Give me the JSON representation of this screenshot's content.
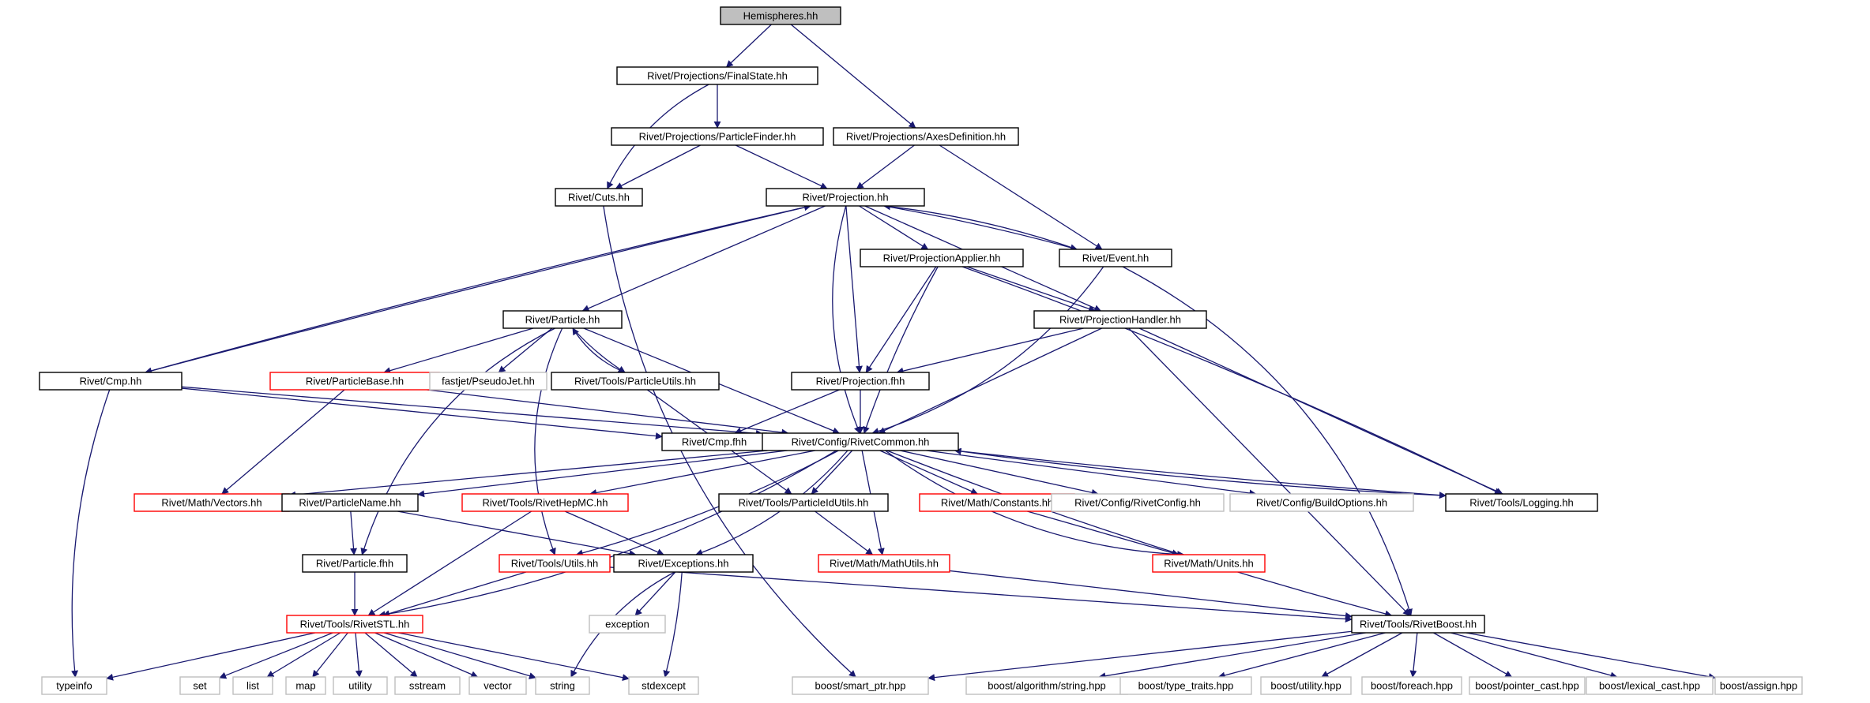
{
  "graph": {
    "root": "Hemispheres.hh",
    "colors": {
      "edge": "#191970",
      "border_black": "#000000",
      "border_red": "#ff0000",
      "border_grey": "#bfbfbf",
      "root_fill": "#bfbfbf"
    },
    "nodes": [
      {
        "id": "hemi",
        "label": "Hemispheres.hh",
        "style": "root"
      },
      {
        "id": "fs",
        "label": "Rivet/Projections/FinalState.hh",
        "style": "black"
      },
      {
        "id": "pf",
        "label": "Rivet/Projections/ParticleFinder.hh",
        "style": "black"
      },
      {
        "id": "axes",
        "label": "Rivet/Projections/AxesDefinition.hh",
        "style": "black"
      },
      {
        "id": "cuts",
        "label": "Rivet/Cuts.hh",
        "style": "black"
      },
      {
        "id": "proj",
        "label": "Rivet/Projection.hh",
        "style": "black"
      },
      {
        "id": "papp",
        "label": "Rivet/ProjectionApplier.hh",
        "style": "black"
      },
      {
        "id": "event",
        "label": "Rivet/Event.hh",
        "style": "black"
      },
      {
        "id": "particle",
        "label": "Rivet/Particle.hh",
        "style": "black"
      },
      {
        "id": "phand",
        "label": "Rivet/ProjectionHandler.hh",
        "style": "black"
      },
      {
        "id": "cmp",
        "label": "Rivet/Cmp.hh",
        "style": "black"
      },
      {
        "id": "pbase",
        "label": "Rivet/ParticleBase.hh",
        "style": "red"
      },
      {
        "id": "pseudojet",
        "label": "fastjet/PseudoJet.hh",
        "style": "grey"
      },
      {
        "id": "putils",
        "label": "Rivet/Tools/ParticleUtils.hh",
        "style": "black"
      },
      {
        "id": "projfhh",
        "label": "Rivet/Projection.fhh",
        "style": "black"
      },
      {
        "id": "cmpfhh",
        "label": "Rivet/Cmp.fhh",
        "style": "black"
      },
      {
        "id": "common",
        "label": "Rivet/Config/RivetCommon.hh",
        "style": "black"
      },
      {
        "id": "vectors",
        "label": "Rivet/Math/Vectors.hh",
        "style": "red"
      },
      {
        "id": "pname",
        "label": "Rivet/ParticleName.hh",
        "style": "black"
      },
      {
        "id": "hepmc",
        "label": "Rivet/Tools/RivetHepMC.hh",
        "style": "red"
      },
      {
        "id": "pidutils",
        "label": "Rivet/Tools/ParticleIdUtils.hh",
        "style": "black"
      },
      {
        "id": "constants",
        "label": "Rivet/Math/Constants.hh",
        "style": "red"
      },
      {
        "id": "rconfig",
        "label": "Rivet/Config/RivetConfig.hh",
        "style": "grey"
      },
      {
        "id": "bopts",
        "label": "Rivet/Config/BuildOptions.hh",
        "style": "grey"
      },
      {
        "id": "logging",
        "label": "Rivet/Tools/Logging.hh",
        "style": "black"
      },
      {
        "id": "pfhh",
        "label": "Rivet/Particle.fhh",
        "style": "black"
      },
      {
        "id": "utils",
        "label": "Rivet/Tools/Utils.hh",
        "style": "red"
      },
      {
        "id": "exc",
        "label": "Rivet/Exceptions.hh",
        "style": "black"
      },
      {
        "id": "mathutils",
        "label": "Rivet/Math/MathUtils.hh",
        "style": "red"
      },
      {
        "id": "units",
        "label": "Rivet/Math/Units.hh",
        "style": "red"
      },
      {
        "id": "exception",
        "label": "exception",
        "style": "grey"
      },
      {
        "id": "rstl",
        "label": "Rivet/Tools/RivetSTL.hh",
        "style": "red"
      },
      {
        "id": "rboost",
        "label": "Rivet/Tools/RivetBoost.hh",
        "style": "black"
      },
      {
        "id": "typeinfo",
        "label": "typeinfo",
        "style": "grey"
      },
      {
        "id": "set",
        "label": "set",
        "style": "grey"
      },
      {
        "id": "list",
        "label": "list",
        "style": "grey"
      },
      {
        "id": "map",
        "label": "map",
        "style": "grey"
      },
      {
        "id": "utility",
        "label": "utility",
        "style": "grey"
      },
      {
        "id": "sstream",
        "label": "sstream",
        "style": "grey"
      },
      {
        "id": "vector",
        "label": "vector",
        "style": "grey"
      },
      {
        "id": "string",
        "label": "string",
        "style": "grey"
      },
      {
        "id": "stdexcept",
        "label": "stdexcept",
        "style": "grey"
      },
      {
        "id": "smartptr",
        "label": "boost/smart_ptr.hpp",
        "style": "grey"
      },
      {
        "id": "balgo",
        "label": "boost/algorithm/string.hpp",
        "style": "grey"
      },
      {
        "id": "btt",
        "label": "boost/type_traits.hpp",
        "style": "grey"
      },
      {
        "id": "butil",
        "label": "boost/utility.hpp",
        "style": "grey"
      },
      {
        "id": "bforeach",
        "label": "boost/foreach.hpp",
        "style": "grey"
      },
      {
        "id": "bpc",
        "label": "boost/pointer_cast.hpp",
        "style": "grey"
      },
      {
        "id": "blc",
        "label": "boost/lexical_cast.hpp",
        "style": "grey"
      },
      {
        "id": "bassign",
        "label": "boost/assign.hpp",
        "style": "grey"
      }
    ],
    "edges": [
      {
        "from": "hemi",
        "to": "fs"
      },
      {
        "from": "hemi",
        "to": "axes"
      },
      {
        "from": "fs",
        "to": "pf"
      },
      {
        "from": "fs",
        "to": "cuts"
      },
      {
        "from": "pf",
        "to": "cuts"
      },
      {
        "from": "pf",
        "to": "proj"
      },
      {
        "from": "axes",
        "to": "proj"
      },
      {
        "from": "axes",
        "to": "event"
      },
      {
        "from": "cuts",
        "to": "smartptr"
      },
      {
        "from": "proj",
        "to": "papp"
      },
      {
        "from": "proj",
        "to": "event"
      },
      {
        "from": "event",
        "to": "proj"
      },
      {
        "from": "proj",
        "to": "phand"
      },
      {
        "from": "proj",
        "to": "particle"
      },
      {
        "from": "proj",
        "to": "cmp"
      },
      {
        "from": "cmp",
        "to": "proj"
      },
      {
        "from": "proj",
        "to": "projfhh"
      },
      {
        "from": "proj",
        "to": "common"
      },
      {
        "from": "event",
        "to": "common"
      },
      {
        "from": "event",
        "to": "rboost"
      },
      {
        "from": "papp",
        "to": "phand"
      },
      {
        "from": "papp",
        "to": "projfhh"
      },
      {
        "from": "papp",
        "to": "common"
      },
      {
        "from": "papp",
        "to": "logging"
      },
      {
        "from": "phand",
        "to": "projfhh"
      },
      {
        "from": "phand",
        "to": "common"
      },
      {
        "from": "phand",
        "to": "logging"
      },
      {
        "from": "phand",
        "to": "rboost"
      },
      {
        "from": "particle",
        "to": "pbase"
      },
      {
        "from": "particle",
        "to": "pseudojet"
      },
      {
        "from": "particle",
        "to": "putils"
      },
      {
        "from": "putils",
        "to": "particle"
      },
      {
        "from": "particle",
        "to": "common"
      },
      {
        "from": "particle",
        "to": "pfhh"
      },
      {
        "from": "particle",
        "to": "utils"
      },
      {
        "from": "putils",
        "to": "pidutils"
      },
      {
        "from": "pbase",
        "to": "vectors"
      },
      {
        "from": "pbase",
        "to": "common"
      },
      {
        "from": "cmp",
        "to": "common"
      },
      {
        "from": "cmp",
        "to": "cmpfhh"
      },
      {
        "from": "cmp",
        "to": "typeinfo"
      },
      {
        "from": "projfhh",
        "to": "cmpfhh"
      },
      {
        "from": "projfhh",
        "to": "common"
      },
      {
        "from": "common",
        "to": "vectors"
      },
      {
        "from": "common",
        "to": "pname"
      },
      {
        "from": "common",
        "to": "hepmc"
      },
      {
        "from": "common",
        "to": "pidutils"
      },
      {
        "from": "common",
        "to": "constants"
      },
      {
        "from": "common",
        "to": "rconfig"
      },
      {
        "from": "common",
        "to": "bopts"
      },
      {
        "from": "common",
        "to": "logging"
      },
      {
        "from": "logging",
        "to": "common"
      },
      {
        "from": "common",
        "to": "exc"
      },
      {
        "from": "common",
        "to": "utils"
      },
      {
        "from": "common",
        "to": "mathutils"
      },
      {
        "from": "common",
        "to": "units"
      },
      {
        "from": "common",
        "to": "rstl"
      },
      {
        "from": "common",
        "to": "rboost"
      },
      {
        "from": "pname",
        "to": "pfhh"
      },
      {
        "from": "pname",
        "to": "exc"
      },
      {
        "from": "hepmc",
        "to": "exc"
      },
      {
        "from": "hepmc",
        "to": "rstl"
      },
      {
        "from": "pidutils",
        "to": "mathutils"
      },
      {
        "from": "constants",
        "to": "units"
      },
      {
        "from": "pfhh",
        "to": "rstl"
      },
      {
        "from": "utils",
        "to": "rstl"
      },
      {
        "from": "utils",
        "to": "rboost"
      },
      {
        "from": "exc",
        "to": "exception"
      },
      {
        "from": "exc",
        "to": "string"
      },
      {
        "from": "exc",
        "to": "stdexcept"
      },
      {
        "from": "mathutils",
        "to": "rboost"
      },
      {
        "from": "rstl",
        "to": "typeinfo"
      },
      {
        "from": "rstl",
        "to": "set"
      },
      {
        "from": "rstl",
        "to": "list"
      },
      {
        "from": "rstl",
        "to": "map"
      },
      {
        "from": "rstl",
        "to": "utility"
      },
      {
        "from": "rstl",
        "to": "sstream"
      },
      {
        "from": "rstl",
        "to": "vector"
      },
      {
        "from": "rstl",
        "to": "string"
      },
      {
        "from": "rstl",
        "to": "stdexcept"
      },
      {
        "from": "rboost",
        "to": "smartptr"
      },
      {
        "from": "rboost",
        "to": "balgo"
      },
      {
        "from": "rboost",
        "to": "btt"
      },
      {
        "from": "rboost",
        "to": "butil"
      },
      {
        "from": "rboost",
        "to": "bforeach"
      },
      {
        "from": "rboost",
        "to": "bpc"
      },
      {
        "from": "rboost",
        "to": "blc"
      },
      {
        "from": "rboost",
        "to": "bassign"
      }
    ]
  }
}
